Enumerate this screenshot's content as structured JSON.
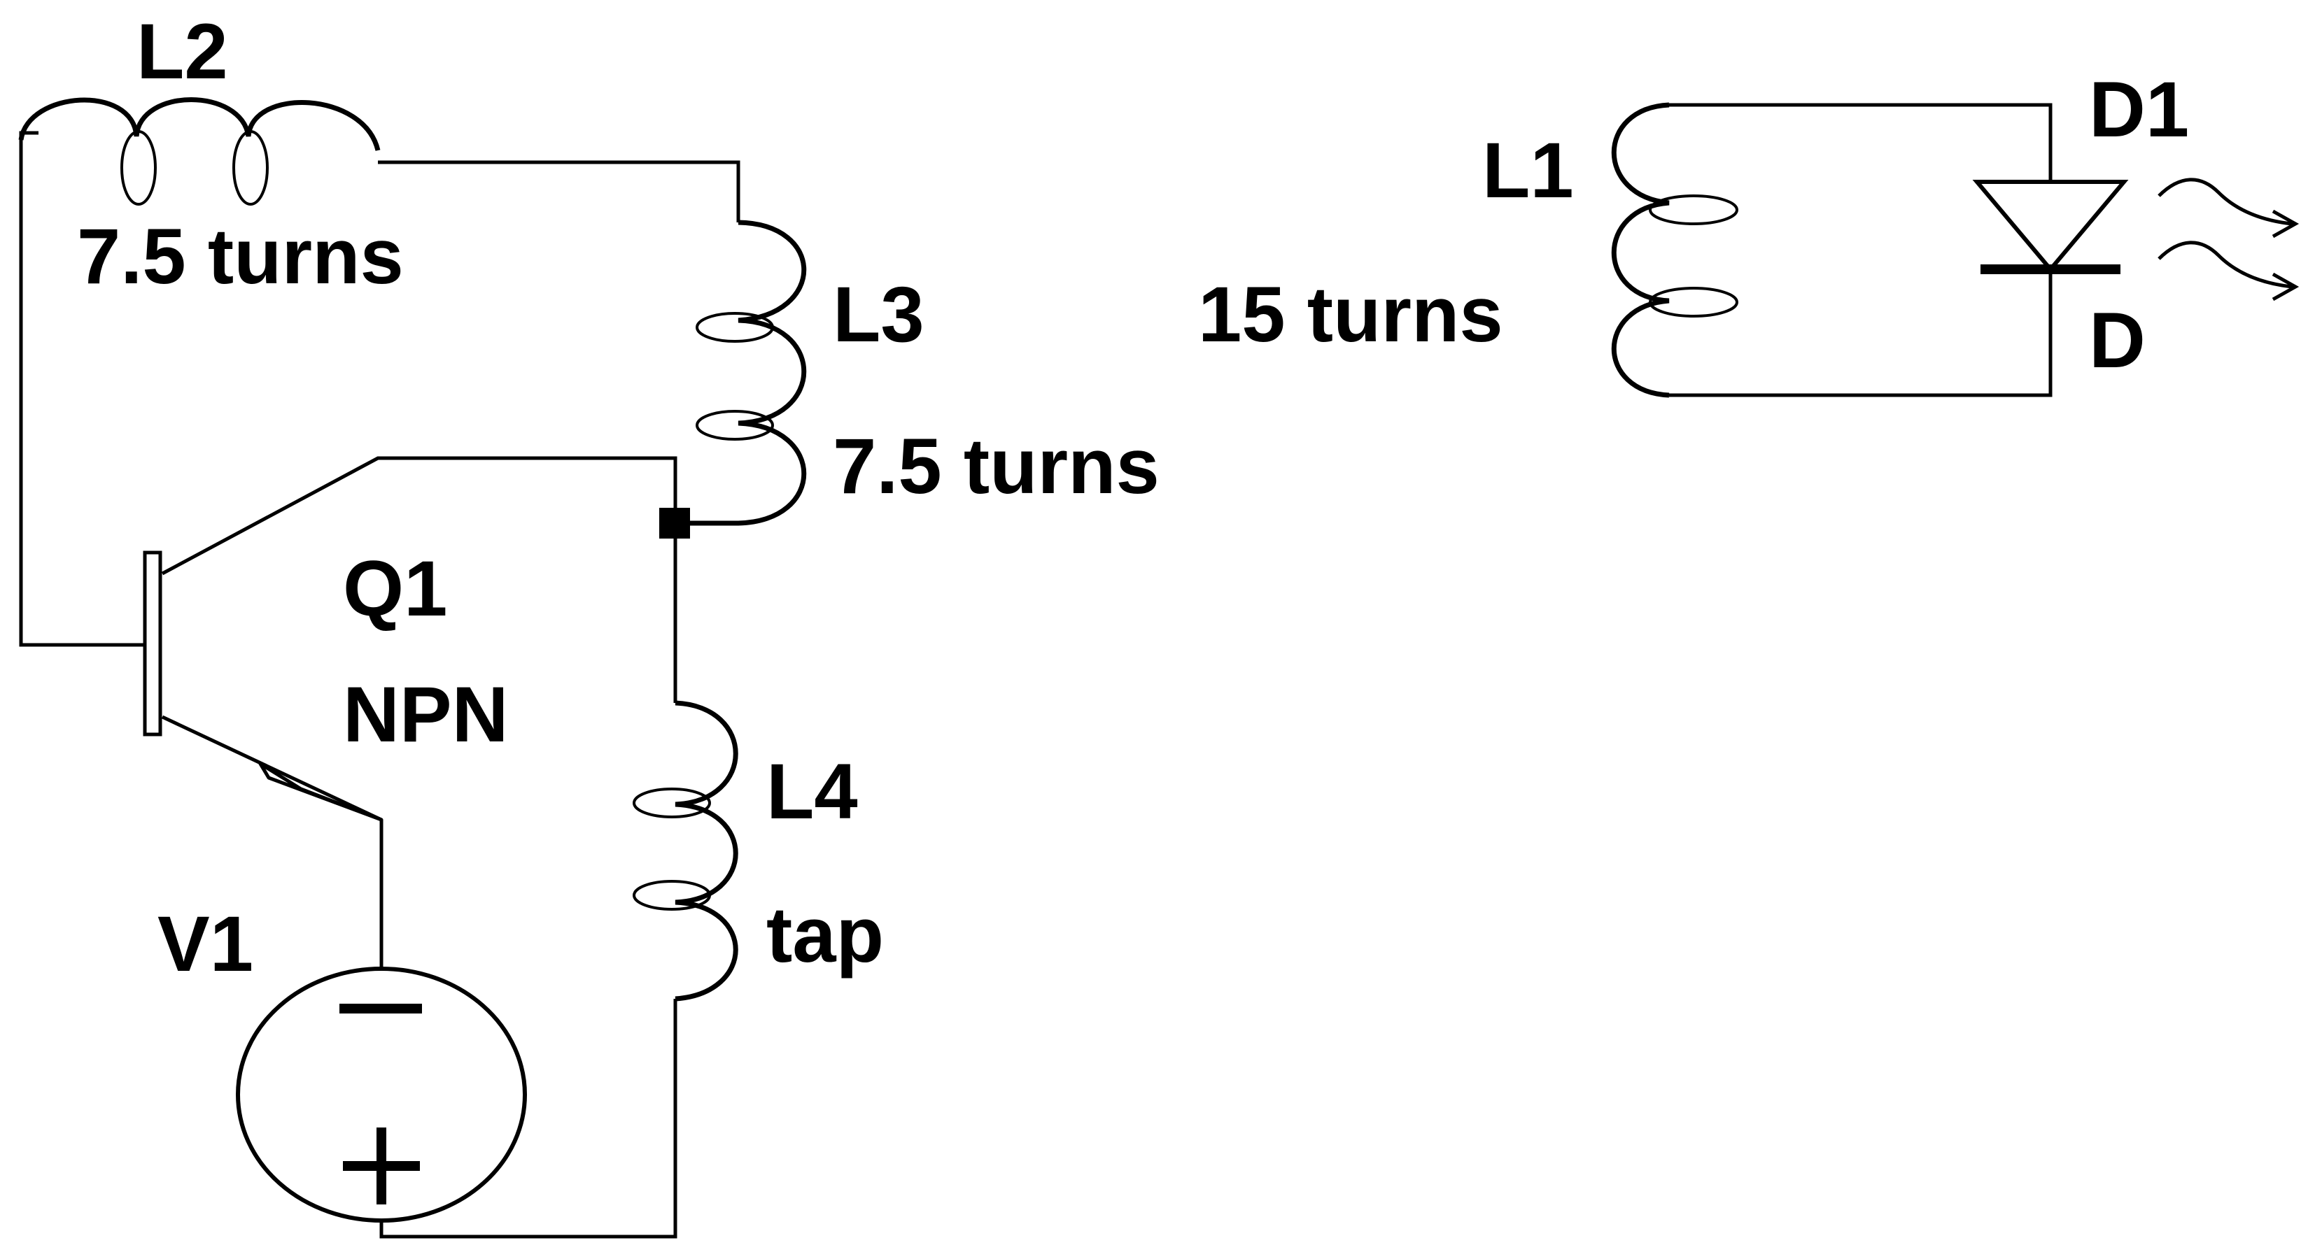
{
  "labels": {
    "l2_name": "L2",
    "l2_turns": "7.5 turns",
    "l3_name": "L3",
    "l3_turns": "7.5 turns",
    "l1_name": "L1",
    "l1_turns": "15 turns",
    "d1_name": "D1",
    "d1_type": "D",
    "q1_name": "Q1",
    "q1_type": "NPN",
    "l4_name": "L4",
    "l4_note": "tap",
    "v1_name": "V1",
    "v1_minus": "−",
    "v1_plus": "+"
  }
}
